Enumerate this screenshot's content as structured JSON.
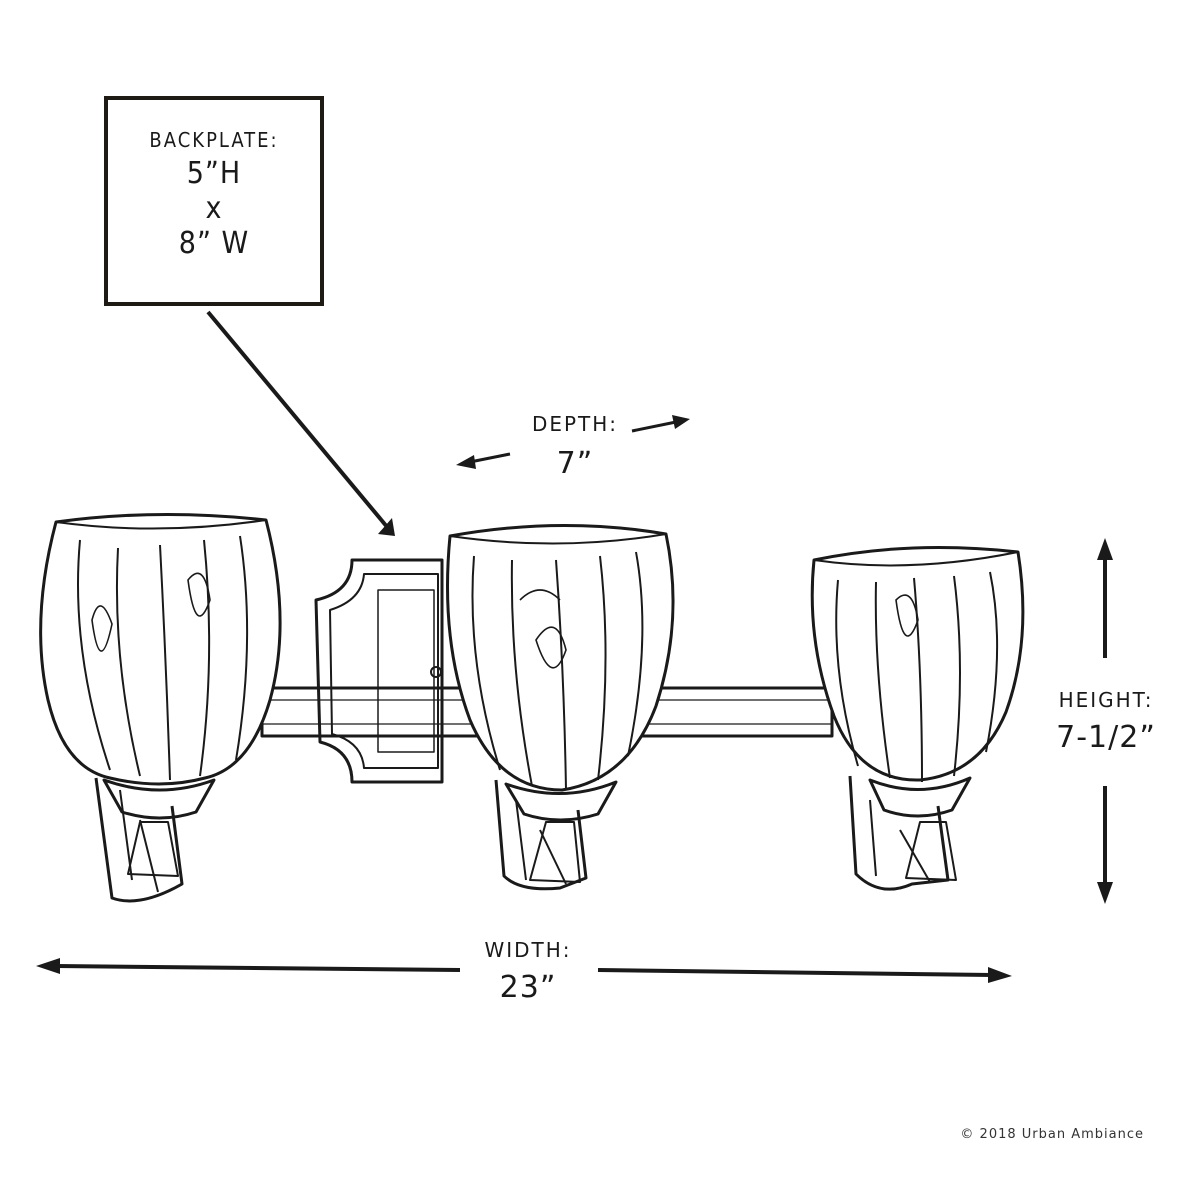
{
  "backplate": {
    "label": "BACKPLATE:",
    "height": "5”H",
    "times": "x",
    "width": "8” W"
  },
  "depth": {
    "label": "DEPTH:",
    "value": "7”"
  },
  "height": {
    "label": "HEIGHT:",
    "value": "7-1/2”"
  },
  "width": {
    "label": "WIDTH:",
    "value": "23”"
  },
  "copyright": "© 2018 Urban Ambiance",
  "colors": {
    "ink": "#1a1a1a",
    "paper": "#ffffff"
  }
}
